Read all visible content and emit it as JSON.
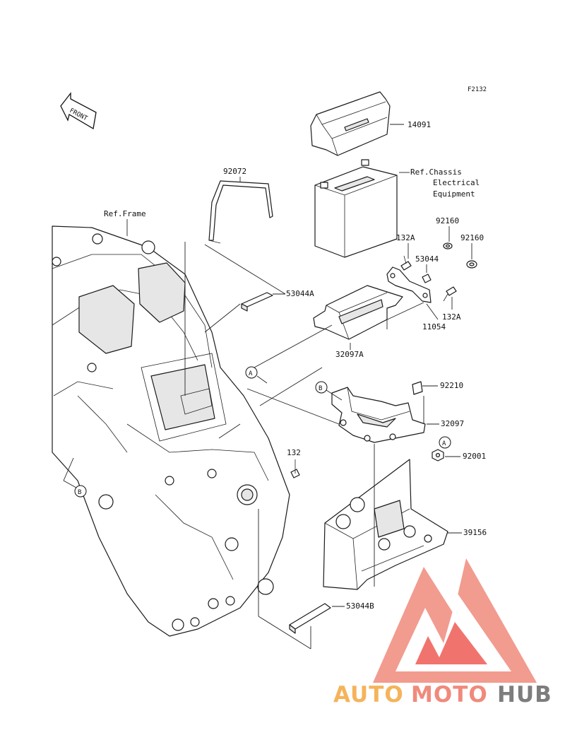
{
  "figure_code": "F2132",
  "front_label": "FRONT",
  "parts": {
    "p14091": "14091",
    "p92072": "92072",
    "ref_chassis_1": "Ref.Chassis",
    "ref_chassis_2": "Electrical",
    "ref_chassis_3": "Equipment",
    "ref_frame": "Ref.Frame",
    "p92160a": "92160",
    "p92160b": "92160",
    "p132a_top": "132A",
    "p53044": "53044",
    "p53044a": "53044A",
    "p132a_bottom": "132A",
    "p11054": "11054",
    "p32097a": "32097A",
    "p92210": "92210",
    "p32097": "32097",
    "p92001": "92001",
    "p132": "132",
    "p39156": "39156",
    "p53044b": "53044B"
  },
  "callouts": {
    "a1": "A",
    "a2": "A",
    "b1": "B",
    "b2": "B"
  },
  "watermark": {
    "part1": "AUTO",
    "part2": "MOTO",
    "part3": "HUB",
    "colors": {
      "orange": "#f5b35a",
      "salmon": "#f08a7c",
      "gray": "#7d7d7d",
      "red": "#ee5c54"
    }
  }
}
